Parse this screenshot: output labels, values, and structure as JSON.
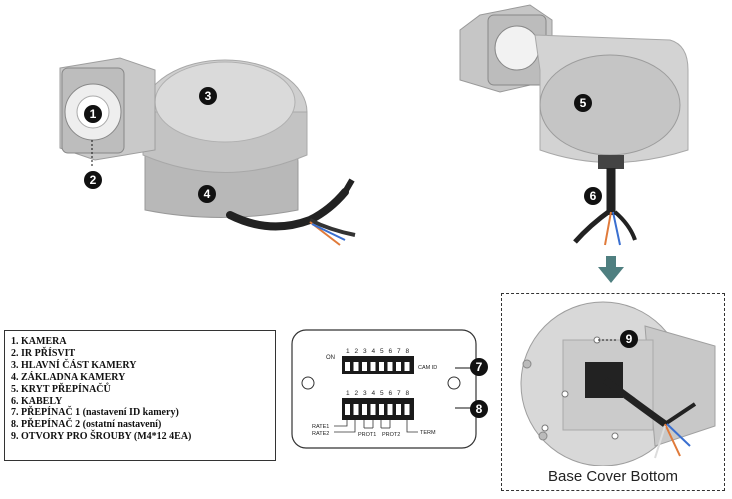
{
  "legend": {
    "items": [
      "1. KAMERA",
      "2. IR PŘÍSVIT",
      "3. HLAVNÍ ČÁST KAMERY",
      "4. ZÁKLADNA KAMERY",
      "5. KRYT PŘEPÍNAČŮ",
      "6. KABELY",
      "7. PŘEPÍNAČ 1 (nastavení ID kamery)",
      "8. PŘEPÍNAČ 2 (ostatní nastavení)",
      "9. OTVORY PRO ŠROUBY (M4*12 4EA)"
    ]
  },
  "callouts": {
    "c1": "1",
    "c2": "2",
    "c3": "3",
    "c4": "4",
    "c5": "5",
    "c6": "6",
    "c7": "7",
    "c8": "8",
    "c9": "9"
  },
  "switch_panel": {
    "on_label": "ON",
    "numbers": [
      "1",
      "2",
      "3",
      "4",
      "5",
      "6",
      "7",
      "8"
    ],
    "cam_id_label": "CAM ID",
    "rate1_label": "RATE1",
    "rate2_label": "RATE2",
    "prot1_label": "PROT1",
    "prot2_label": "PROT2",
    "term_label": "TERM"
  },
  "base_caption": "Base Cover Bottom",
  "colors": {
    "body_light": "#d9d9d9",
    "body_mid": "#bdbdbd",
    "body_dark": "#8e8e8e",
    "arrow": "#4f7f80",
    "badge": "#111111"
  }
}
